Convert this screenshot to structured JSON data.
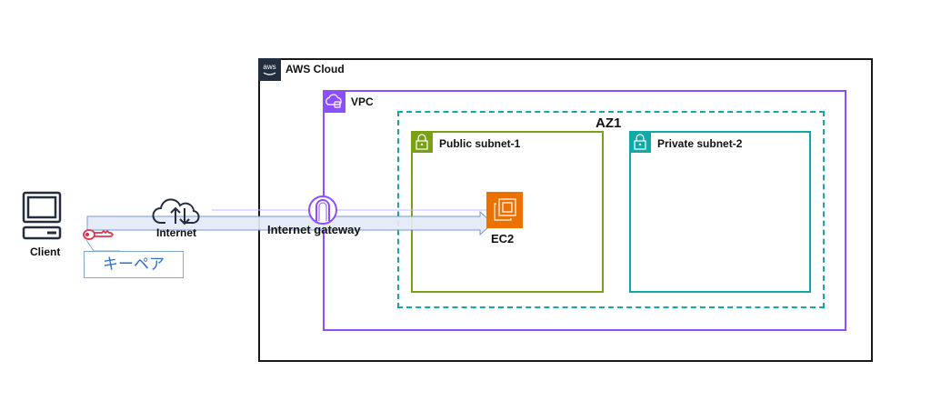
{
  "diagram": {
    "aws_cloud": {
      "label": "AWS Cloud",
      "logo_text": "aws",
      "border_color": "#1a1a1a"
    },
    "vpc": {
      "label": "VPC",
      "color": "#8c4fff"
    },
    "availability_zone": {
      "label": "AZ1",
      "color": "#10a8a8"
    },
    "public_subnet": {
      "label": "Public subnet-1",
      "color": "#7aa116"
    },
    "private_subnet": {
      "label": "Private subnet-2",
      "color": "#11a8a8"
    },
    "ec2": {
      "label": "EC2",
      "color": "#ed7100"
    },
    "internet_gateway": {
      "label": "Internet gateway",
      "color": "#8c4fff"
    },
    "internet": {
      "label": "Internet"
    },
    "client": {
      "label": "Client"
    },
    "key_pair": {
      "label": "キーペア",
      "icon_color": "#e0334c"
    },
    "connection_arrow": {
      "from": "Client",
      "to": "EC2",
      "fill": "#e3ebf7",
      "stroke": "#6f8fd0"
    }
  }
}
